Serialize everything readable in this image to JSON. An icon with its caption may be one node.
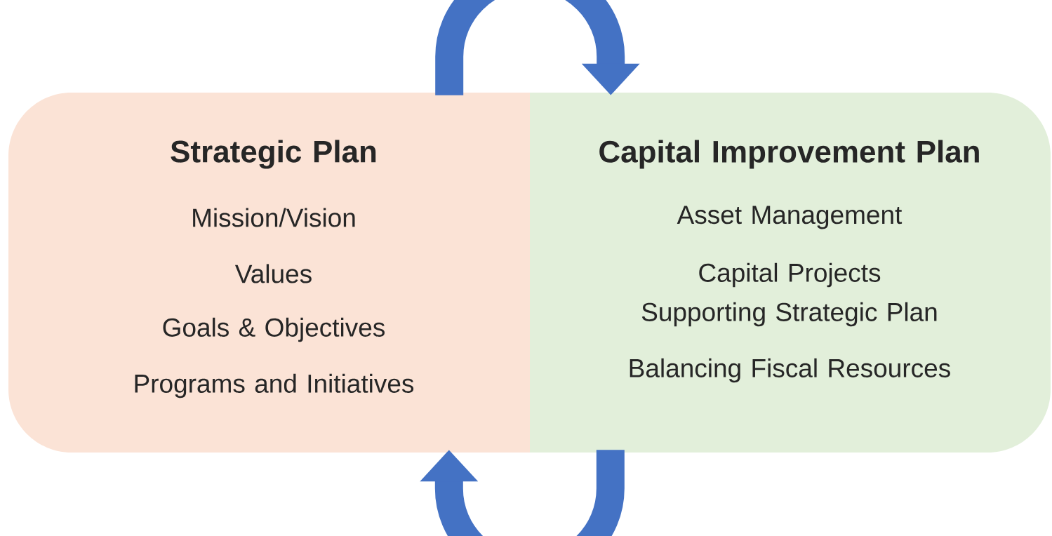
{
  "diagram": {
    "nodes": [
      {
        "text": [
          "Strategic Plan",
          "Mission/Vision",
          "Values",
          "Goals & Objectives",
          "Programs and Initiatives"
        ]
      },
      {
        "text": [
          "Capital Improvement Plan",
          "Asset Management",
          "Capital Projects Supporting Strategic Plan",
          "Balancing Fiscal Resources"
        ]
      }
    ],
    "edges": [
      {
        "from": 0,
        "to": 1,
        "arrow": "to"
      },
      {
        "from": 1,
        "to": 0,
        "arrow": "to"
      }
    ]
  }
}
